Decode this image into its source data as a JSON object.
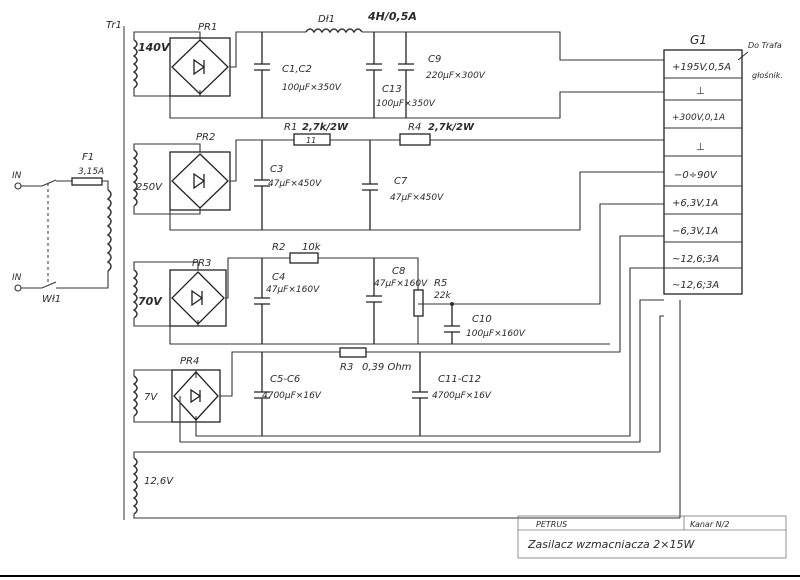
{
  "transformer": {
    "label": "Tr1"
  },
  "input": {
    "in1": "IN",
    "in2": "IN",
    "fuse_ref": "F1",
    "fuse_val": "3,15A",
    "switch": "Wł1"
  },
  "secondaries": [
    "140V",
    "250V",
    "70V",
    "7V",
    "12,6V"
  ],
  "rectifiers": [
    "PR1",
    "PR2",
    "PR3",
    "PR4"
  ],
  "choke": {
    "ref": "Dł1",
    "val": "4H/0,5A"
  },
  "capacitors": {
    "c1c2": {
      "ref": "C1,C2",
      "val": "100μF×350V"
    },
    "c13": {
      "ref": "C13",
      "val": "100μF×350V"
    },
    "c9": {
      "ref": "C9",
      "val": "220μF×300V"
    },
    "c3": {
      "ref": "C3",
      "val": "47μF×450V"
    },
    "c7": {
      "ref": "C7",
      "val": "47μF×450V"
    },
    "c4": {
      "ref": "C4",
      "val": "47μF×160V"
    },
    "c8": {
      "ref": "C8",
      "val": "47μF×160V"
    },
    "c10": {
      "ref": "C10",
      "val": "100μF×160V"
    },
    "c5c6": {
      "ref": "C5-C6",
      "val": "4700μF×16V"
    },
    "c11c12": {
      "ref": "C11-C12",
      "val": "4700μF×16V"
    }
  },
  "resistors": {
    "r1": {
      "ref": "R1",
      "val": "2,7k/2W",
      "inner": "11"
    },
    "r4": {
      "ref": "R4",
      "val": "2,7k/2W"
    },
    "r2": {
      "ref": "R2",
      "val": "10k"
    },
    "r5": {
      "ref": "R5",
      "val": "22k"
    },
    "r3": {
      "ref": "R3",
      "val": "0,39 Ohm"
    }
  },
  "connector": {
    "ref": "G1",
    "note1": "Do Trafa",
    "note2": "głośnik.",
    "pins": [
      "+195V,0,5A",
      "⊥",
      "+300V,0,1A",
      "⊥",
      "−0÷90V",
      "+6,3V,1A",
      "−6,3V,1A",
      "~12,6;3A",
      "~12,6;3A"
    ]
  },
  "title_block": {
    "author": "PETRUS",
    "sheet": "Kanar N/2",
    "title": "Zasilacz wzmacniacza 2×15W"
  }
}
